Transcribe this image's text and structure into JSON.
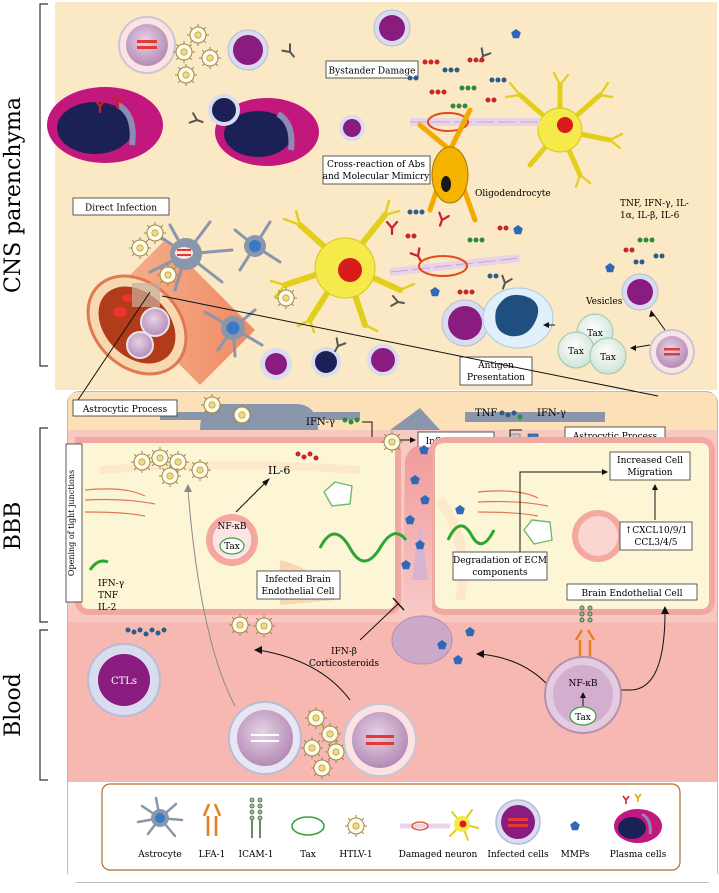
{
  "regions": {
    "cns": "CNS parenchyma",
    "bbb": "BBB",
    "blood": "Blood"
  },
  "labels": {
    "bystander_damage": "Bystander Damage",
    "cross_reaction_line1": "Cross-reaction of Abs",
    "cross_reaction_line2": "and Molecular Mimicry",
    "oligodendrocyte": "Oligodendrocyte",
    "direct_infection": "Direct Infection",
    "cytokines_line1": "TNF, IFN-γ, IL-",
    "cytokines_line2": "1α, IL-β, IL-6",
    "vesicles": "Vesicles",
    "tax": "Tax",
    "antigen_presentation_line1": "Antigen",
    "antigen_presentation_line2": "Presentation",
    "astrocytic_process": "Astrocytic Process",
    "ifn_gamma": "IFN-γ",
    "tnf": "TNF",
    "inflammation": "Inflammation",
    "il6": "IL-6",
    "increased_migration_line1": "Increased Cell",
    "increased_migration_line2": "Migration",
    "opening_tight_junctions": "Opening of tight junctions",
    "nfkb": "NF-κB",
    "chemokines_line1": "↑CXCL10/9/1",
    "chemokines_line2": "CCL3/4/5",
    "degradation_line1": "Degradation of ECM",
    "degradation_line2": "components",
    "infected_endothelial_line1": "Infected Brain",
    "infected_endothelial_line2": "Endothelial Cell",
    "brain_endothelial_cell": "Brain Endothelial Cell",
    "bbb_cytokine_1": "IFN-γ",
    "bbb_cytokine_2": "TNF",
    "bbb_cytokine_3": "IL-2",
    "ifn_beta": "IFN-β",
    "corticosteroids": "Corticosteroids",
    "ctls": "CTLs"
  },
  "legend": {
    "astrocyte": "Astrocyte",
    "lfa1": "LFA-1",
    "icam1": "ICAM-1",
    "tax": "Tax",
    "htlv1": "HTLV-1",
    "damaged_neuron": "Damaged neuron",
    "infected_cells": "Infected cells",
    "mmps": "MMPs",
    "plasma_cells": "Plasma cells"
  },
  "colors": {
    "cns_background": "#fbe8c4",
    "blood_background": "#f6b8b0",
    "endothelium": "#fdf6d6",
    "neuron": "#f6e94a",
    "astrocyte": "#8a96ab",
    "plasma_cell": "#c2187d",
    "mmp": "#2f68b8"
  }
}
